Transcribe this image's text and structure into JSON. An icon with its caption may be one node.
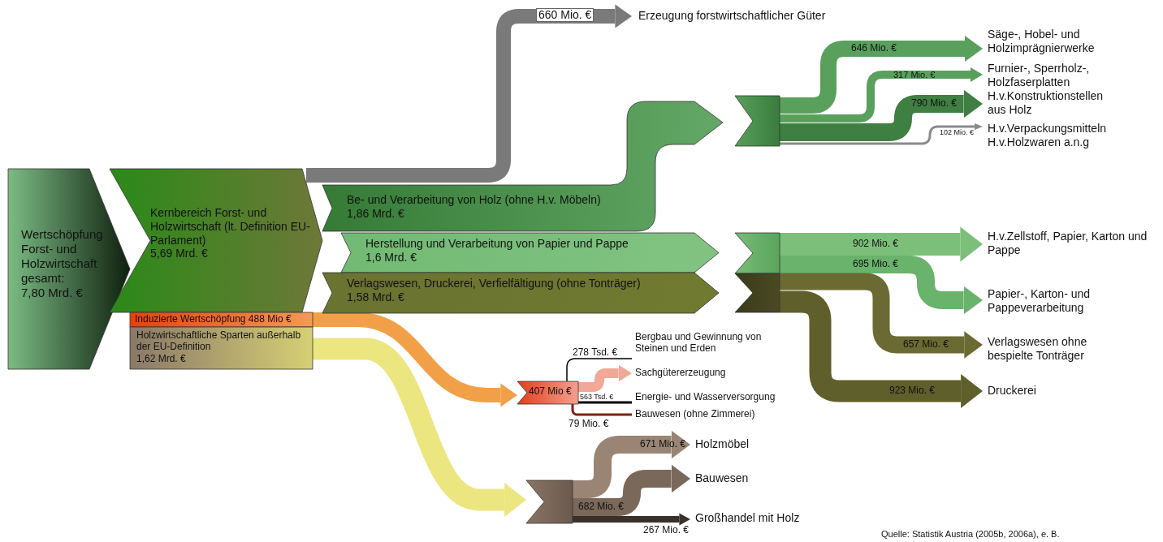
{
  "diagram": {
    "nodes": [
      {
        "text": [
          "Wertschöpfung Forst- und Holzwirtschaft gesamt:",
          "7,80 Mrd. €"
        ]
      },
      {
        "text": [
          "Kernbereich Forst- und Holzwirtschaft (lt. Definition EU-Parlament)",
          "5,69 Mrd. €"
        ]
      },
      {
        "text": [
          "Induzierte Wertschöpfung 488 Mio €"
        ]
      },
      {
        "text": [
          "Holzwirtschaftliche Sparten außerhalb der EU-Definition",
          "1,62 Mrd. €"
        ]
      },
      {
        "text": [
          "Be- und Verarbeitung von Holz (ohne H.v. Möbeln)",
          "1,86 Mrd. €"
        ]
      },
      {
        "text": [
          "Herstellung und Verarbeitung von Papier und Pappe",
          "1,6 Mrd. €"
        ]
      },
      {
        "text": [
          "Verlagswesen, Druckerei, Verfielfältigung (ohne Tonträger)",
          "1,58 Mrd. €"
        ]
      },
      {
        "text": [],
        "shape": "chevron"
      },
      {
        "text": [],
        "shape": "chevron"
      },
      {
        "text": [],
        "shape": "chevron"
      },
      {
        "text": [
          "407 Mio €"
        ]
      },
      {
        "text": [],
        "shape": "chevron"
      },
      {
        "text": [
          "Erzeugung forstwirtschaftlicher Güter"
        ]
      },
      {
        "text": [
          "Säge-, Hobel- und Holzimprägnierwerke"
        ]
      },
      {
        "text": [
          "Furnier-, Sperrholz-, Holzfaserplatten"
        ]
      },
      {
        "text": [
          "H.v.Konstruktionstellen aus Holz"
        ]
      },
      {
        "text": [
          "H.v.Verpackungsmitteln H.v.Holzwaren a.n.g"
        ]
      },
      {
        "text": [
          "H.v.Zellstoff, Papier, Karton und Pappe"
        ]
      },
      {
        "text": [
          "Papier-, Karton- und Pappeverarbeitung"
        ]
      },
      {
        "text": [
          "Verlagswesen ohne bespielte Tonträger"
        ]
      },
      {
        "text": [
          "Druckerei"
        ]
      },
      {
        "text": [
          "Bergbau und Gewinnung von Steinen und Erden"
        ]
      },
      {
        "text": [
          "Sachgütererzeugung"
        ]
      },
      {
        "text": [
          "Energie- und Wasserversorgung"
        ]
      },
      {
        "text": [
          "Bauwesen (ohne Zimmerei)"
        ]
      },
      {
        "text": [
          "Holzmöbel"
        ]
      },
      {
        "text": [
          "Bauwesen"
        ]
      },
      {
        "text": [
          "Großhandel mit Holz"
        ]
      }
    ],
    "edges": [
      {
        "from": 1,
        "to": 12,
        "arrow": "to",
        "label": "660 Mio. €",
        "color": "#7a7a7a"
      },
      {
        "from": 7,
        "to": 13,
        "arrow": "to",
        "label": "646 Mio. €"
      },
      {
        "from": 7,
        "to": 14,
        "arrow": "to",
        "label": "317 Mio. €"
      },
      {
        "from": 7,
        "to": 15,
        "arrow": "to",
        "label": "790 Mio. €",
        "color": "#3f7f42"
      },
      {
        "from": 7,
        "to": 16,
        "arrow": "to",
        "label": "102 Mio. €",
        "color": "#8a8a8a"
      },
      {
        "from": 8,
        "to": 17,
        "arrow": "to",
        "label": "902 Mio. €",
        "color": "#7cbf7a"
      },
      {
        "from": 8,
        "to": 18,
        "arrow": "to",
        "label": "695 Mio. €",
        "color": "#6ab36c"
      },
      {
        "from": 9,
        "to": 19,
        "arrow": "to",
        "label": "657 Mio. €",
        "color": "#6b6a32"
      },
      {
        "from": 9,
        "to": 20,
        "arrow": "to",
        "label": "923 Mio. €",
        "color": "#5e5f2a"
      },
      {
        "from": 2,
        "to": 10,
        "arrow": "to",
        "color": "#f2a048"
      },
      {
        "from": 10,
        "to": 21,
        "arrow": "none",
        "label": "278 Tsd. €",
        "color": "#000000"
      },
      {
        "from": 10,
        "to": 22,
        "arrow": "to",
        "color": "#f2a896"
      },
      {
        "from": 10,
        "to": 23,
        "arrow": "none",
        "label": "563 Tsd. €",
        "color": "#000000"
      },
      {
        "from": 10,
        "to": 24,
        "arrow": "none",
        "label": "79 Mio. €",
        "color": "#7a2410"
      },
      {
        "from": 3,
        "to": 11,
        "arrow": "to",
        "color": "#ece680"
      },
      {
        "from": 11,
        "to": 25,
        "arrow": "to",
        "label": "671 Mio. €",
        "color": "#9a8474"
      },
      {
        "from": 11,
        "to": 26,
        "arrow": "to",
        "label": "682 Mio. €",
        "color": "#7a685a"
      },
      {
        "from": 11,
        "to": 27,
        "arrow": "to",
        "label": "267 Mio. €",
        "color": "#3a302a"
      }
    ],
    "labels": [
      "Quelle: Statistik Austria (2005b, 2006a), e. B."
    ]
  }
}
